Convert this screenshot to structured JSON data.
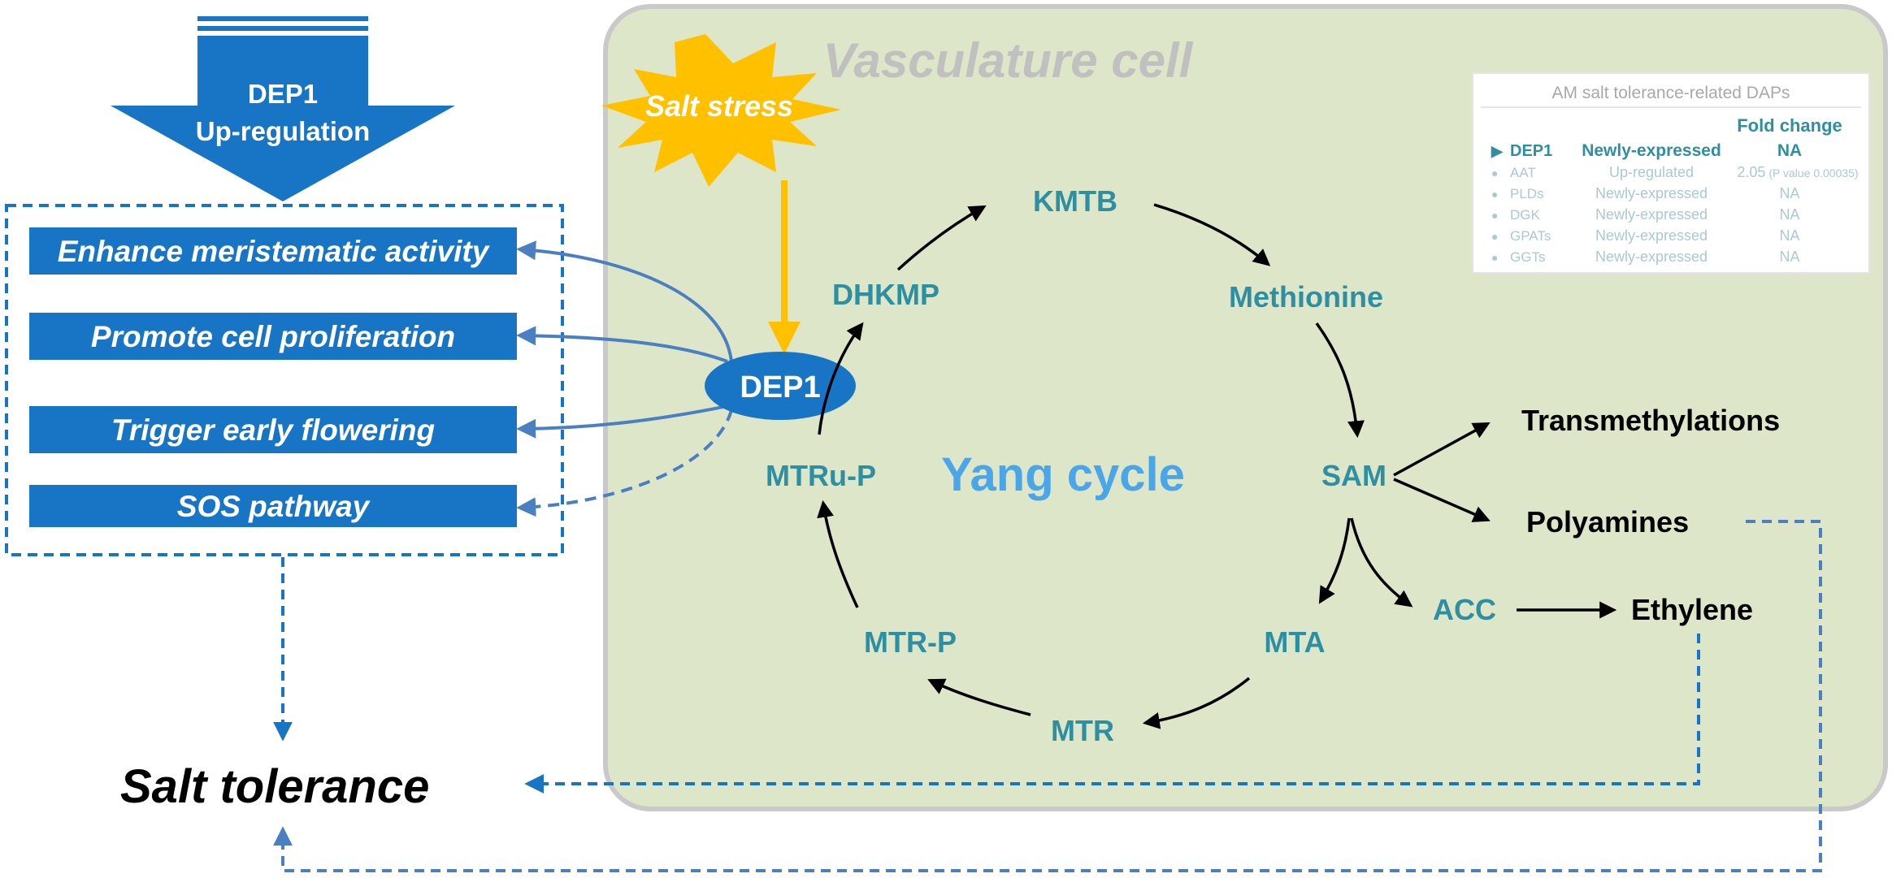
{
  "colors": {
    "cell_fill": "#dde6c8",
    "cell_border": "#c9c9c9",
    "blue_dark": "#1874c4",
    "blue_line": "#4a7fc1",
    "teal_text": "#2e8fa3",
    "yang_text": "#4aa6e8",
    "salt_fill": "#ffc000",
    "arrow_yellow": "#ffc000",
    "faded_text": "#a9c9d3",
    "title_grey": "#c0c0c0"
  },
  "top_arrow": {
    "line1": "DEP1",
    "line2": "Up-regulation"
  },
  "effects": [
    "Enhance meristematic activity",
    "Promote cell proliferation",
    "Trigger early flowering",
    "SOS pathway"
  ],
  "salt_tolerance": "Salt tolerance",
  "cell": {
    "title": "Vasculature cell",
    "salt_stress": "Salt stress",
    "cycle_title": "Yang cycle",
    "dep1": "DEP1",
    "nodes": {
      "kmtb": "KMTB",
      "methionine": "Methionine",
      "sam": "SAM",
      "mta": "MTA",
      "mtr": "MTR",
      "mtrp": "MTR-P",
      "mtrup": "MTRu-P",
      "dhkmp": "DHKMP",
      "acc": "ACC"
    },
    "outputs": {
      "transmethylations": "Transmethylations",
      "polyamines": "Polyamines",
      "ethylene": "Ethylene"
    }
  },
  "dap_table": {
    "title": "AM salt tolerance-related DAPs",
    "header": "Fold change",
    "rows": [
      {
        "marker": "▶",
        "name": "DEP1",
        "status": "Newly-expressed",
        "fold": "NA",
        "pvalue": ""
      },
      {
        "marker": "●",
        "name": "AAT",
        "status": "Up-regulated",
        "fold": "2.05",
        "pvalue": " (P value 0.00035)"
      },
      {
        "marker": "●",
        "name": "PLDs",
        "status": "Newly-expressed",
        "fold": "NA",
        "pvalue": ""
      },
      {
        "marker": "●",
        "name": "DGK",
        "status": "Newly-expressed",
        "fold": "NA",
        "pvalue": ""
      },
      {
        "marker": "●",
        "name": "GPATs",
        "status": "Newly-expressed",
        "fold": "NA",
        "pvalue": ""
      },
      {
        "marker": "●",
        "name": "GGTs",
        "status": "Newly-expressed",
        "fold": "NA",
        "pvalue": ""
      }
    ]
  }
}
